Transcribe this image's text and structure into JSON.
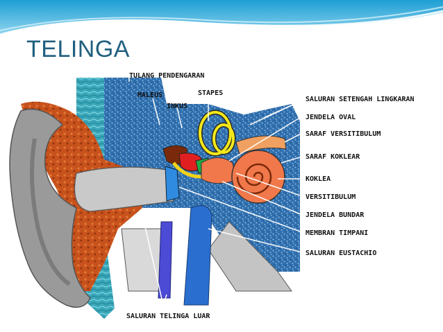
{
  "slide": {
    "title": "TELINGA"
  },
  "colors": {
    "header_blue": "#2fa8d8",
    "title": "#1f5f7f",
    "bone_tissue": "#2b6fb2",
    "outer_ear": "#9a9a9a",
    "ear_canal_skin": "#c8521c",
    "cochlea": "#f0784a",
    "semicircular_canals": "#f2e81a",
    "eustachian_tube": "#2a6fd0",
    "water": "#3aa7b9"
  },
  "labels": {
    "tulang_pendengaran": "TULANG PENDENGARAN",
    "maleus": "MALEUS",
    "inkus": "INKUS",
    "stapes": "STAPES",
    "saluran_setengah_lingkaran": "SALURAN SETENGAH LINGKARAN",
    "jendela_oval": "JENDELA OVAL",
    "saraf_versitibulum": "SARAF VERSITIBULUM",
    "saraf_koklear": "SARAF KOKLEAR",
    "koklea": "KOKLEA",
    "versitibulum": "VERSITIBULUM",
    "jendela_bundar": "JENDELA BUNDAR",
    "membran_timpani": "MEMBRAN TIMPANI",
    "saluran_eustachio": "SALURAN EUSTACHIO",
    "saluran_telinga_luar": "SALURAN TELINGA LUAR"
  }
}
